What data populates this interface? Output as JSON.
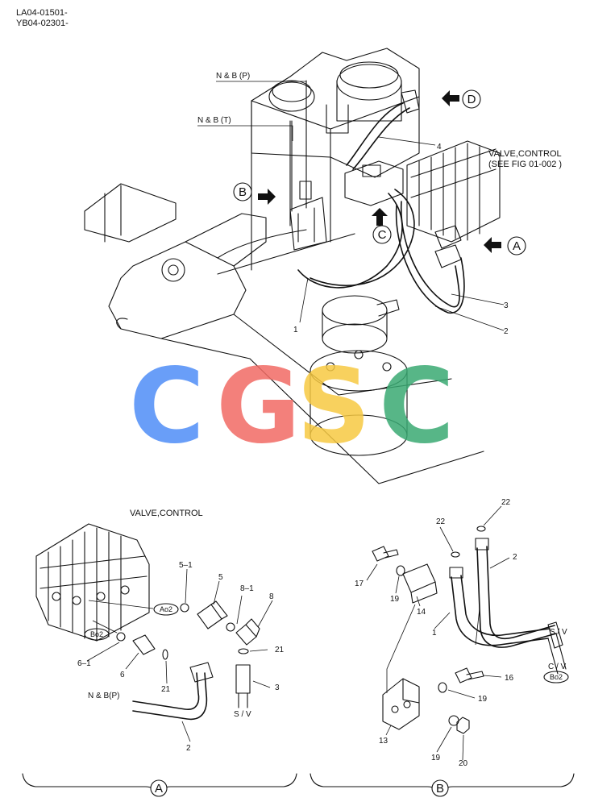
{
  "header": {
    "code_line_1": "LA04-01501-",
    "code_line_2": "YB04-02301-"
  },
  "watermark": {
    "letters": [
      "C",
      "G",
      "S",
      "C"
    ],
    "colors": [
      "#4f8ef7",
      "#f26b64",
      "#f7c942",
      "#3aaa73"
    ]
  },
  "top_view": {
    "nb_p": "N & B (P)",
    "nb_t": "N & B (T)",
    "valve_control": "VALVE,CONTROL",
    "see_fig": "(SEE FIG 01-002 )",
    "callout_a": "A",
    "callout_b": "B",
    "callout_c": "C",
    "callout_d": "D",
    "part_4": "4",
    "part_3": "3",
    "part_2": "2",
    "part_1": "1"
  },
  "view_a": {
    "valve_control": "VALVE,CONTROL",
    "ao2": "Ao2",
    "bo2": "Bo2",
    "part_5_1": "5–1",
    "part_5": "5",
    "part_8_1": "8–1",
    "part_8": "8",
    "part_21a": "21",
    "part_21b": "21",
    "part_3": "3",
    "sv": "S / V",
    "part_6_1": "6–1",
    "part_6": "6",
    "nb_p": "N & B(P)",
    "part_2": "2",
    "section_letter": "A"
  },
  "view_b": {
    "part_22a": "22",
    "part_22b": "22",
    "part_17": "17",
    "part_19a": "19",
    "part_14": "14",
    "part_2": "2",
    "part_1": "1",
    "sv": "S / V",
    "cv": "C / V",
    "bo2": "Bo2",
    "part_16": "16",
    "part_19b": "19",
    "part_13": "13",
    "part_19c": "19",
    "part_20": "20",
    "section_letter": "B"
  }
}
